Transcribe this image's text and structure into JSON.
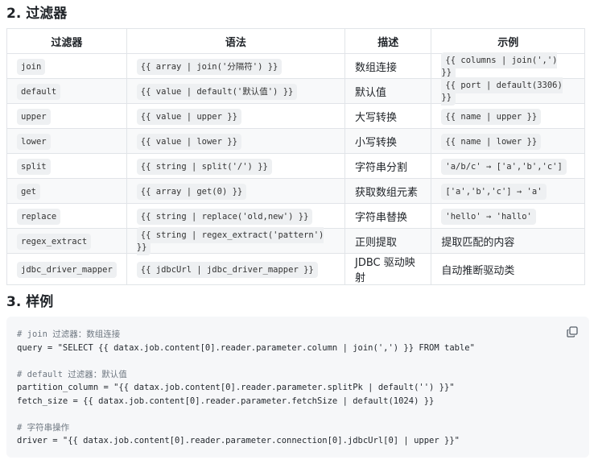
{
  "section2_title": "2. 过滤器",
  "table": {
    "headers": [
      "过滤器",
      "语法",
      "描述",
      "示例"
    ],
    "rows": [
      [
        "join",
        "{{ array | join('分隔符') }}",
        "数组连接",
        "{{ columns | join(',') }}",
        true
      ],
      [
        "default",
        "{{ value | default('默认值') }}",
        "默认值",
        "{{ port | default(3306) }}",
        true
      ],
      [
        "upper",
        "{{ value | upper }}",
        "大写转换",
        "{{ name | upper }}",
        true
      ],
      [
        "lower",
        "{{ value | lower }}",
        "小写转换",
        "{{ name | lower }}",
        true
      ],
      [
        "split",
        "{{ string | split('/') }}",
        "字符串分割",
        "'a/b/c' → ['a','b','c']",
        true
      ],
      [
        "get",
        "{{ array | get(0) }}",
        "获取数组元素",
        "['a','b','c'] → 'a'",
        true
      ],
      [
        "replace",
        "{{ string | replace('old,new') }}",
        "字符串替换",
        "'hello' → 'hallo'",
        true
      ],
      [
        "regex_extract",
        "{{ string | regex_extract('pattern') }}",
        "正则提取",
        "提取匹配的内容",
        false
      ],
      [
        "jdbc_driver_mapper",
        "{{ jdbcUrl | jdbc_driver_mapper }}",
        "JDBC 驱动映射",
        "自动推断驱动类",
        false
      ]
    ]
  },
  "section3_title": "3. 样例",
  "code": {
    "lines": [
      {
        "text": "# join 过滤器：数组连接",
        "comment": true
      },
      {
        "text": "query = \"SELECT {{ datax.job.content[0].reader.parameter.column | join(',') }} FROM table\"",
        "comment": false
      },
      {
        "text": "",
        "comment": false
      },
      {
        "text": "# default 过滤器：默认值",
        "comment": true
      },
      {
        "text": "partition_column = \"{{ datax.job.content[0].reader.parameter.splitPk | default('') }}\"",
        "comment": false
      },
      {
        "text": "fetch_size = {{ datax.job.content[0].reader.parameter.fetchSize | default(1024) }}",
        "comment": false
      },
      {
        "text": "",
        "comment": false
      },
      {
        "text": "# 字符串操作",
        "comment": true
      },
      {
        "text": "driver = \"{{ datax.job.content[0].reader.parameter.connection[0].jdbcUrl[0] | upper }}\"",
        "comment": false
      }
    ],
    "copy_icon": "copy-icon"
  }
}
